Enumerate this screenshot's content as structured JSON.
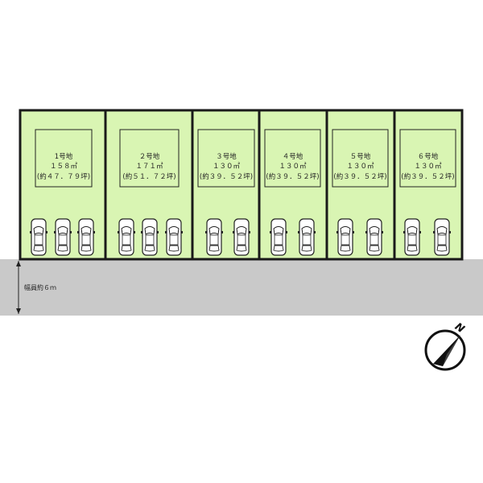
{
  "colors": {
    "lot_fill": "#d9f5b3",
    "lot_border": "#1a1a1a",
    "road_fill": "#c9c9c9",
    "background": "#ffffff"
  },
  "lots": [
    {
      "name": "1号地",
      "area": "１５８㎡",
      "tsubo": "(約４７．７９坪)",
      "parking_spaces": 3
    },
    {
      "name": "２号地",
      "area": "１７１㎡",
      "tsubo": "(約５１．７２坪)",
      "parking_spaces": 3
    },
    {
      "name": "３号地",
      "area": "１３０㎡",
      "tsubo": "(約３９．５２坪)",
      "parking_spaces": 2
    },
    {
      "name": "４号地",
      "area": "１３０㎡",
      "tsubo": "(約３９．５２坪)",
      "parking_spaces": 2
    },
    {
      "name": "５号地",
      "area": "１３０㎡",
      "tsubo": "(約３９．５２坪)",
      "parking_spaces": 2
    },
    {
      "name": "６号地",
      "area": "１３０㎡",
      "tsubo": "(約３９．５２坪)",
      "parking_spaces": 2
    }
  ],
  "road": {
    "label": "幅員約６ｍ"
  },
  "compass": {
    "label": "N",
    "icon": "north-arrow-icon"
  }
}
